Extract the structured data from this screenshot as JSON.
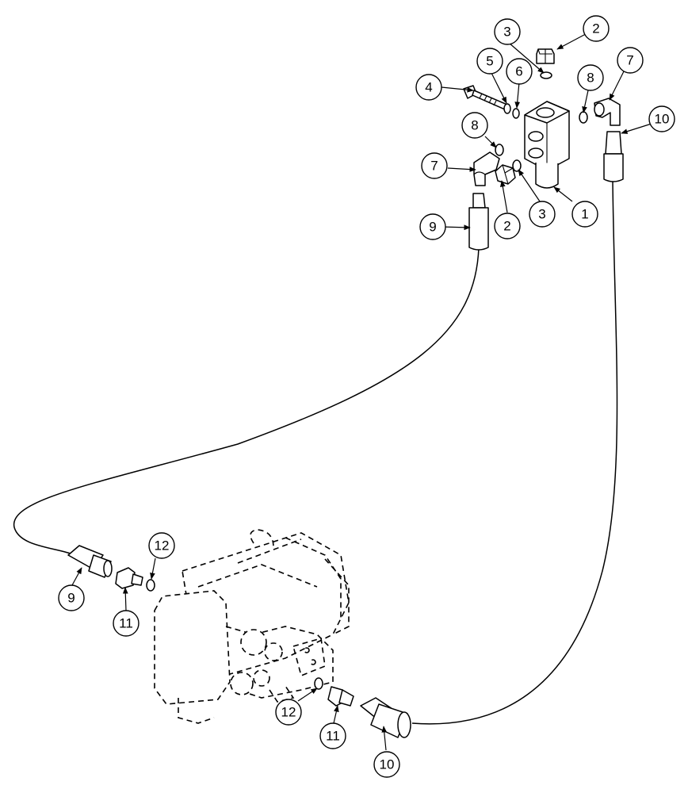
{
  "callouts": {
    "c1": "1",
    "c2a": "2",
    "c2b": "2",
    "c3a": "3",
    "c3b": "3",
    "c4": "4",
    "c5": "5",
    "c6": "6",
    "c7a": "7",
    "c7b": "7",
    "c8a": "8",
    "c8b": "8",
    "c9a": "9",
    "c9b": "9",
    "c10a": "10",
    "c10b": "10",
    "c11a": "11",
    "c11b": "11",
    "c12a": "12",
    "c12b": "12"
  }
}
